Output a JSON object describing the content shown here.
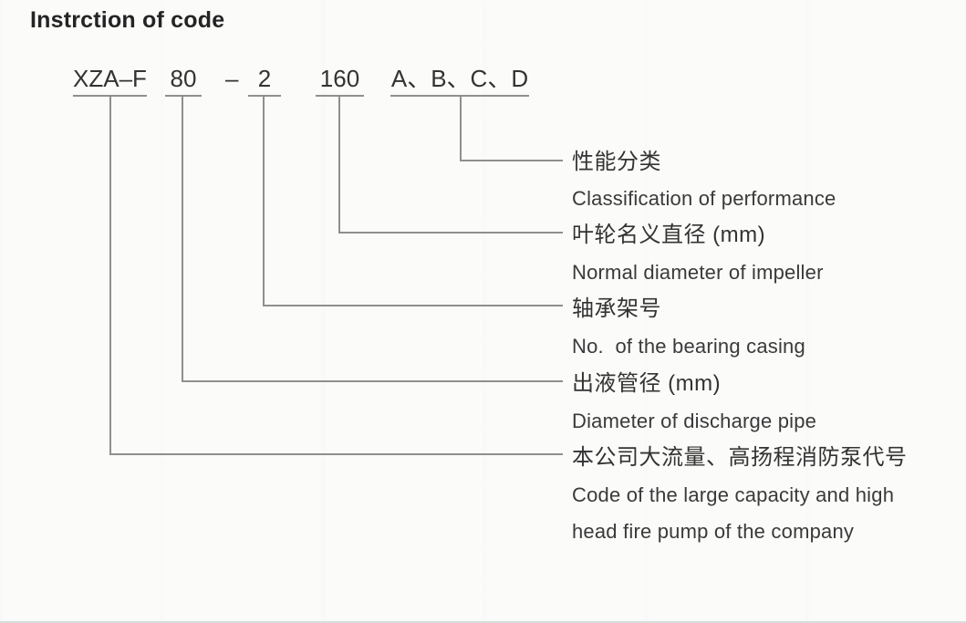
{
  "title": "Instrction of code",
  "code": {
    "segments": [
      {
        "text": "XZA–F"
      },
      {
        "text": "80"
      },
      {
        "prefix": "–",
        "text": "2"
      },
      {
        "text": "160"
      },
      {
        "text": "A、B、C、D"
      }
    ]
  },
  "labels": [
    {
      "zh": "性能分类",
      "en": "Classification of performance"
    },
    {
      "zh": "叶轮名义直径 (mm)",
      "en": "Normal diameter of impeller"
    },
    {
      "zh": "轴承架号",
      "en": "No.  of the bearing casing"
    },
    {
      "zh": "出液管径 (mm)",
      "en": "Diameter of discharge pipe"
    },
    {
      "zh": "本公司大流量、高扬程消防泵代号",
      "en": "Code of the large capacity and high",
      "en2": "head fire pump of the company"
    }
  ],
  "colors": {
    "ink": "#2a2a2a",
    "line_grey": "#8f8f8f",
    "background": "#fbfbfa"
  }
}
